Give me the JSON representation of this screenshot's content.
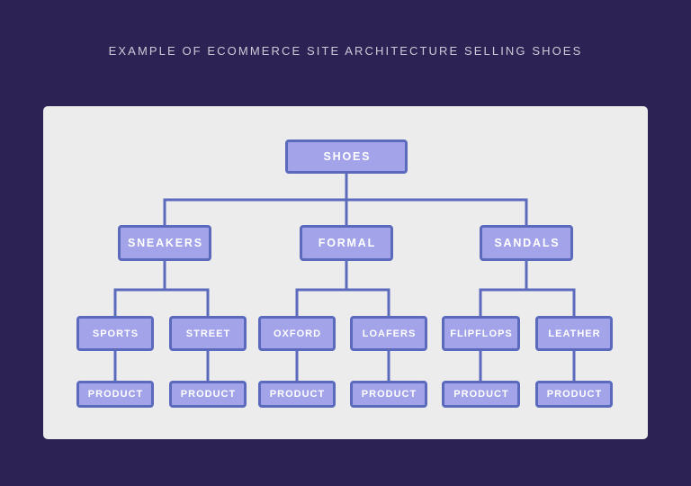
{
  "title": "EXAMPLE OF ECOMMERCE SITE ARCHITECTURE SELLING SHOES",
  "colors": {
    "page_background": "#2d2254",
    "panel_background": "#ececec",
    "node_fill": "#a2a3e8",
    "node_border": "#5c6abe",
    "node_text": "#ffffff",
    "connector": "#5c6abe",
    "title_text": "#cdcad8"
  },
  "tree": {
    "label": "SHOES",
    "children": [
      {
        "label": "SNEAKERS",
        "children": [
          {
            "label": "SPORTS",
            "children": [
              {
                "label": "PRODUCT"
              }
            ]
          },
          {
            "label": "STREET",
            "children": [
              {
                "label": "PRODUCT"
              }
            ]
          }
        ]
      },
      {
        "label": "FORMAL",
        "children": [
          {
            "label": "OXFORD",
            "children": [
              {
                "label": "PRODUCT"
              }
            ]
          },
          {
            "label": "LOAFERS",
            "children": [
              {
                "label": "PRODUCT"
              }
            ]
          }
        ]
      },
      {
        "label": "SANDALS",
        "children": [
          {
            "label": "FLIPFLOPS",
            "children": [
              {
                "label": "PRODUCT"
              }
            ]
          },
          {
            "label": "LEATHER",
            "children": [
              {
                "label": "PRODUCT"
              }
            ]
          }
        ]
      }
    ]
  }
}
